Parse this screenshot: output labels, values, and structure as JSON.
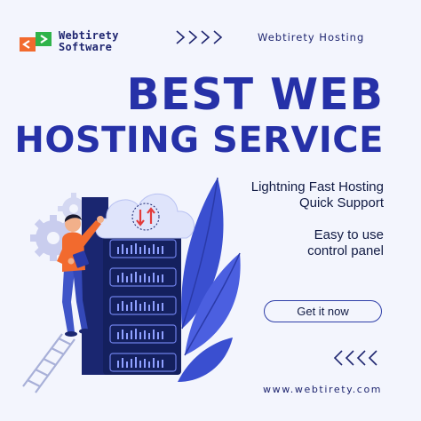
{
  "brand": {
    "line1": "Webtirety",
    "line2": "Software"
  },
  "header": {
    "hosting_label": "Webtirety Hosting"
  },
  "headline": {
    "line1": "BEST WEB",
    "line2": "HOSTING SERVICE"
  },
  "features": [
    "Lightning Fast Hosting",
    "Quick Support",
    "Easy to use",
    "control panel"
  ],
  "cta": {
    "label": "Get it now"
  },
  "footer": {
    "website": "www.webtirety.com"
  },
  "colors": {
    "background": "#f3f5fd",
    "primary": "#2631a8",
    "text": "#111b44",
    "accent_orange": "#f26a2e",
    "accent_green": "#2fb34a",
    "leaf_blue": "#3a4fd0",
    "server_dark": "#14205e"
  },
  "icons": {
    "logo": "code-brackets-logo",
    "top_decoration": "chevrons-right-icon",
    "bottom_decoration": "chevrons-left-icon",
    "cloud": "cloud-sync-icon"
  }
}
